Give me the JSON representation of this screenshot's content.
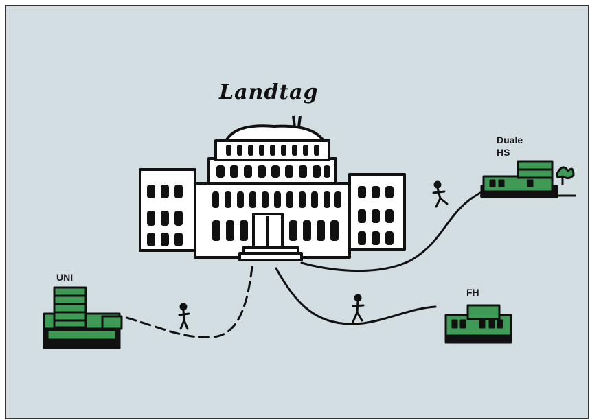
{
  "diagram": {
    "title": "Landtag",
    "nodes": {
      "uni": "UNI",
      "fh": "FH",
      "duale_line1": "Duale",
      "duale_line2": "HS"
    },
    "colors": {
      "background": "#d3dee3",
      "building_green": "#3f9a55",
      "ink": "#111111"
    }
  }
}
